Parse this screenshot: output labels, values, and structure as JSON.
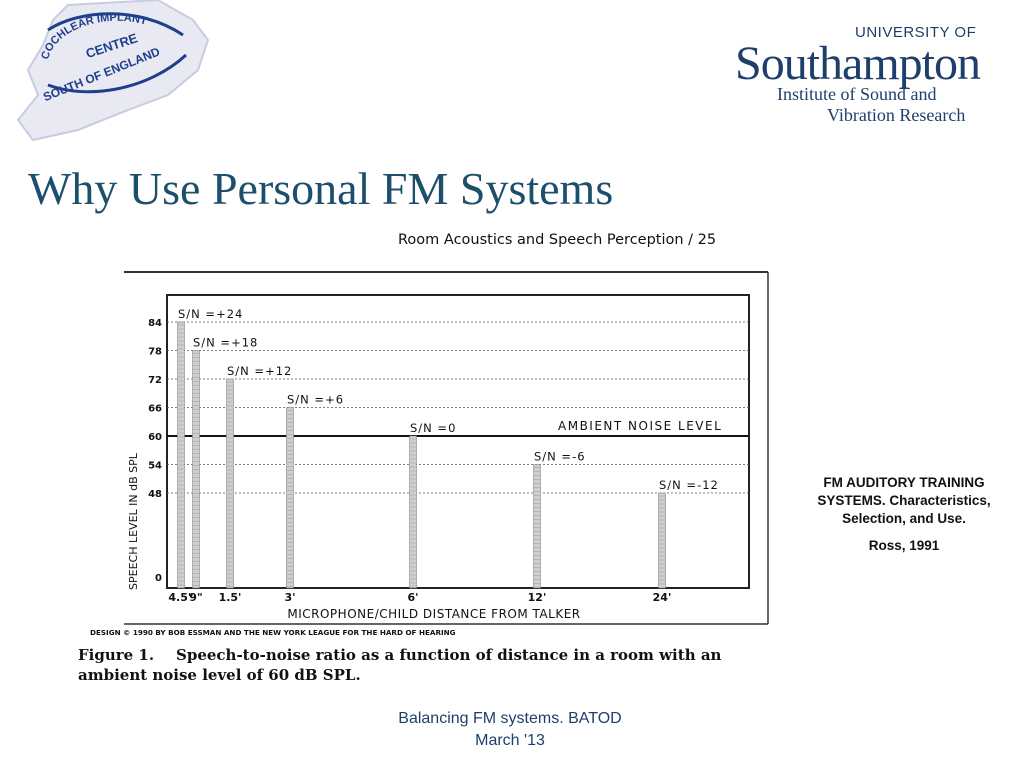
{
  "header": {
    "logo_left_text": "SOUTH OF ENGLAND COCHLEAR IMPLANT CENTRE",
    "logo_left_top": "COCHLEAR IMPLANT",
    "logo_left_centre": "CENTRE",
    "logo_left_bottom": "SOUTH OF ENGLAND",
    "university_small": "UNIVERSITY OF",
    "university_big": "Southampton",
    "institute_line1": "Institute of Sound and",
    "institute_line2": "Vibration Research",
    "brand_color": "#1e3f6b"
  },
  "slide": {
    "title": "Why Use Personal FM Systems",
    "title_color": "#1b4f6b"
  },
  "chart_data": {
    "type": "bar",
    "page_header": "Room Acoustics and Speech Perception / 25",
    "categories": [
      "4.5\"",
      "9\"",
      "1.5'",
      "3'",
      "6'",
      "12'",
      "24'"
    ],
    "values": [
      84,
      78,
      72,
      66,
      60,
      54,
      48
    ],
    "bar_labels": [
      "S/N =+24",
      "S/N =+18",
      "S/N =+12",
      "S/N =+6",
      "S/N =0",
      "S/N =-6",
      "S/N =-12"
    ],
    "yticks": [
      0,
      48,
      54,
      60,
      66,
      72,
      78,
      84
    ],
    "ylabel": "SPEECH LEVEL IN dB SPL",
    "xlabel": "MICROPHONE/CHILD DISTANCE FROM TALKER",
    "reference_line": {
      "value": 60,
      "label": "AMBIENT NOISE LEVEL"
    },
    "grid": true,
    "credit": "DESIGN © 1990 BY BOB ESSMAN AND THE NEW YORK LEAGUE FOR THE HARD OF HEARING",
    "caption_lead": "Figure 1.",
    "caption_text": "Speech-to-noise ratio as a function of distance in a room with an ambient noise level of 60 dB SPL.",
    "caption_line1": "Speech-to-noise ratio as a function of distance in a room with an",
    "caption_line2": "ambient noise level of 60 dB SPL."
  },
  "side_note": {
    "reference": "FM AUDITORY TRAINING SYSTEMS. Characteristics, Selection, and Use.",
    "author": "Ross, 1991"
  },
  "footer": {
    "line1": "Balancing FM systems. BATOD",
    "line2": "March '13"
  }
}
